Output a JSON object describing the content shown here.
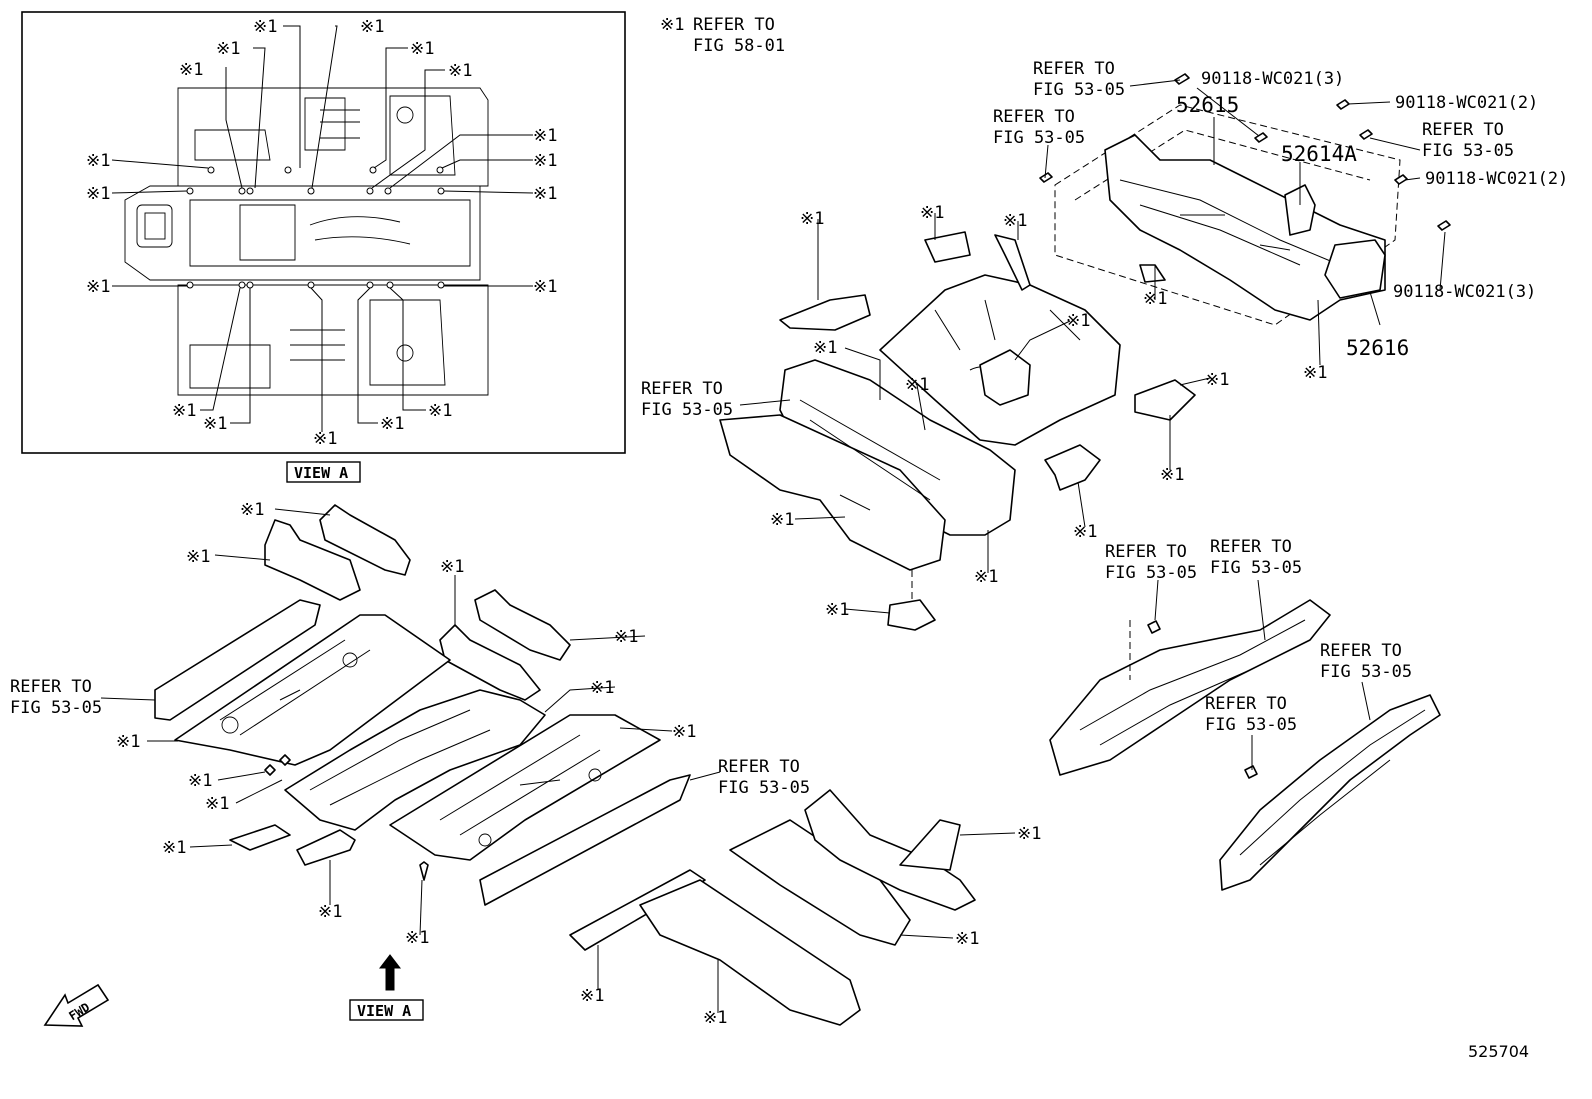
{
  "note": {
    "symbol": "※1",
    "text1": "REFER TO",
    "text2": "FIG 58-01"
  },
  "refer_to": "REFER TO",
  "fig_53_05": "FIG 53-05",
  "mark": "※1",
  "view_a_label": "VIEW A",
  "fwd_label": "FWD",
  "diagram_id": "525704",
  "parts": {
    "p52615": "52615",
    "p52614a": "52614A",
    "p52616": "52616",
    "bolt3": "90118-WC021(3)",
    "bolt2": "90118-WC021(2)"
  }
}
